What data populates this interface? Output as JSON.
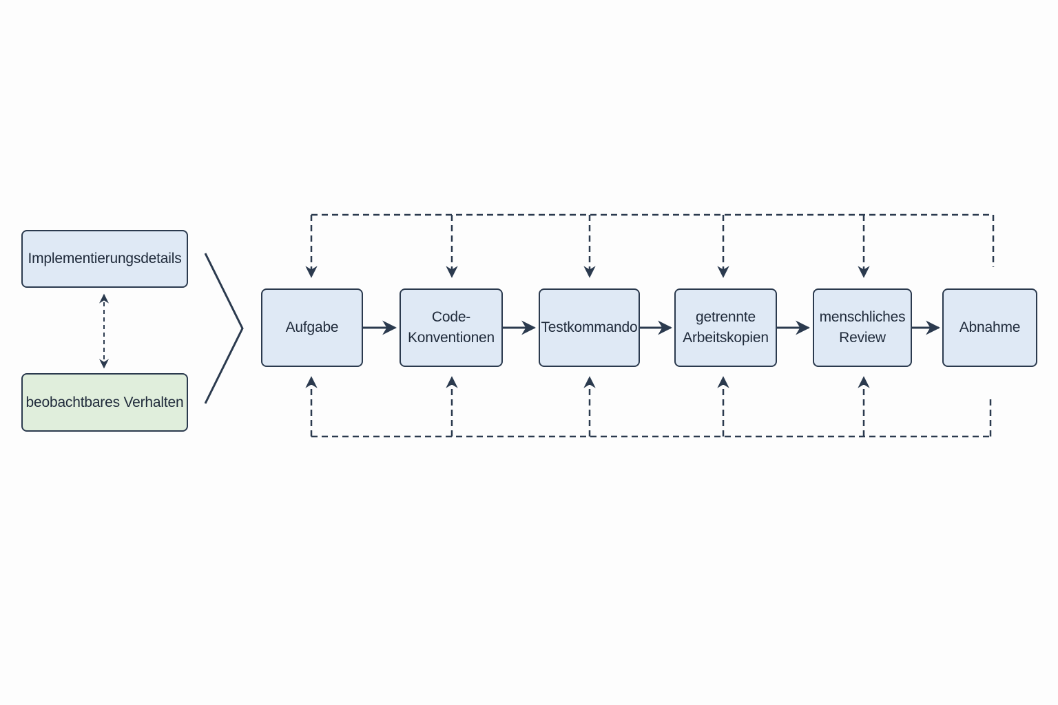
{
  "left_panel": {
    "top_box": "Implementierungsdetails",
    "bottom_box": "beobachtbares Verhalten"
  },
  "pipeline": {
    "steps": [
      "Aufgabe",
      "Code-\nKonventionen",
      "Testkommando",
      "getrennte\nArbeitskopien",
      "menschliches\nReview",
      "Abnahme"
    ]
  },
  "colors": {
    "stroke": "#2b3a4e",
    "step_fill": "#dfe9f5",
    "behavior_fill": "#e0eedc",
    "background": "#fdfdfd"
  }
}
